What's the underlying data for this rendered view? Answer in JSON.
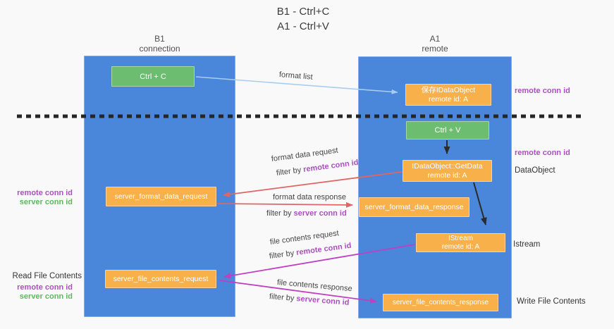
{
  "title": {
    "line1": "B1 - Ctrl+C",
    "line2": "A1 - Ctrl+V"
  },
  "columns": {
    "left": {
      "header_line1": "B1",
      "header_line2": "connection"
    },
    "right": {
      "header_line1": "A1",
      "header_line2": "remote"
    }
  },
  "nodes": {
    "ctrl_c": "Ctrl + C",
    "ctrl_v": "Ctrl + V",
    "save_idataobject": {
      "line1": "保存IDataObject",
      "line2": "remote id: A"
    },
    "getdata": {
      "line1": "IDataObject::GetData",
      "line2": "remote id: A"
    },
    "istream_box": {
      "line1": "IStream",
      "line2": "remote id: A"
    },
    "server_format_data_request": "server_format_data_request",
    "server_format_data_response": "server_format_data_response",
    "server_file_contents_request": "server_file_contents_request",
    "server_file_contents_response": "server_file_contents_response"
  },
  "side_labels": {
    "right_remote_conn_id_top": "remote conn id",
    "right_remote_conn_id_mid": "remote conn id",
    "dataobject": "DataObject",
    "istream": "Istream",
    "write_file_contents": "Write File Contents",
    "left_remote_conn_id_top": "remote conn id",
    "left_server_conn_id_top": "server conn id",
    "read_file_contents": "Read File Contents",
    "left_remote_conn_id_bottom": "remote conn id",
    "left_server_conn_id_bottom": "server conn id"
  },
  "flows": {
    "format_list": {
      "label": "format list"
    },
    "format_request": {
      "label": "format data request",
      "filter_prefix": "filter by ",
      "filter_value": "remote conn id"
    },
    "format_response": {
      "label": "format data response",
      "filter_prefix": "filter by ",
      "filter_value": "server conn id"
    },
    "file_request": {
      "label": "file contents request",
      "filter_prefix": "filter by ",
      "filter_value": "remote conn id"
    },
    "file_response": {
      "label": "file contents response",
      "filter_prefix": "filter by ",
      "filter_value": "server conn id"
    }
  },
  "colors": {
    "column_blue": "#4a86d9",
    "box_green": "#6dbd70",
    "box_orange": "#f8b04a",
    "arrow_red": "#e06666",
    "arrow_magenta": "#c13fc1",
    "arrow_lightblue": "#a8cdf0",
    "arrow_black": "#2b2b2b",
    "text_purple": "#ab4fc0",
    "text_green": "#5cb85c",
    "dash_black": "#262626",
    "background": "#f9f9f9"
  }
}
